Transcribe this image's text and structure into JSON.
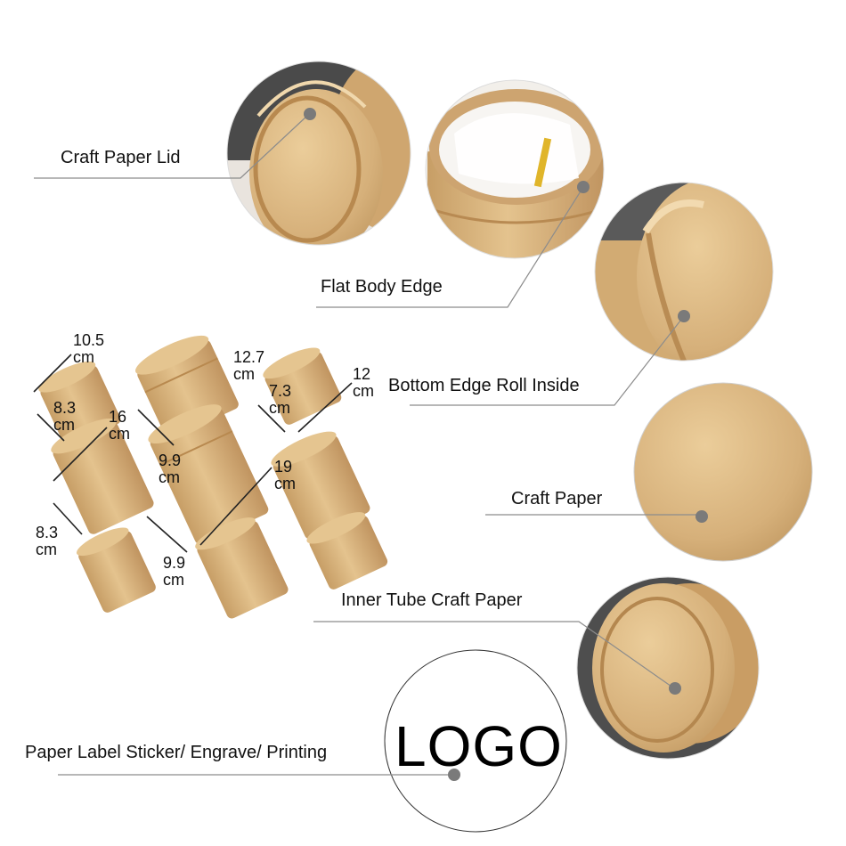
{
  "callouts": {
    "lid": "Craft Paper Lid",
    "body_edge": "Flat Body Edge",
    "bottom_edge": "Bottom Edge Roll Inside",
    "craft_paper": "Craft Paper",
    "inner_tube": "Inner Tube Craft Paper",
    "label": "Paper Label Sticker/ Engrave/ Printing"
  },
  "logo": "LOGO",
  "dimensions": [
    {
      "value": "10.5",
      "unit": "cm"
    },
    {
      "value": "8.3",
      "unit": "cm"
    },
    {
      "value": "12.7",
      "unit": "cm"
    },
    {
      "value": "7.3",
      "unit": "cm"
    },
    {
      "value": "12",
      "unit": "cm"
    },
    {
      "value": "16",
      "unit": "cm"
    },
    {
      "value": "9.9",
      "unit": "cm"
    },
    {
      "value": "19",
      "unit": "cm"
    },
    {
      "value": "8.3",
      "unit": "cm"
    },
    {
      "value": "9.9",
      "unit": "cm"
    }
  ],
  "colors": {
    "kraft": "#d6b07a",
    "kraft_dark": "#b88f58",
    "kraft_light": "#e6c895",
    "line": "#8c8c8c",
    "dot": "#7a7a7a",
    "background": "#ffffff"
  }
}
